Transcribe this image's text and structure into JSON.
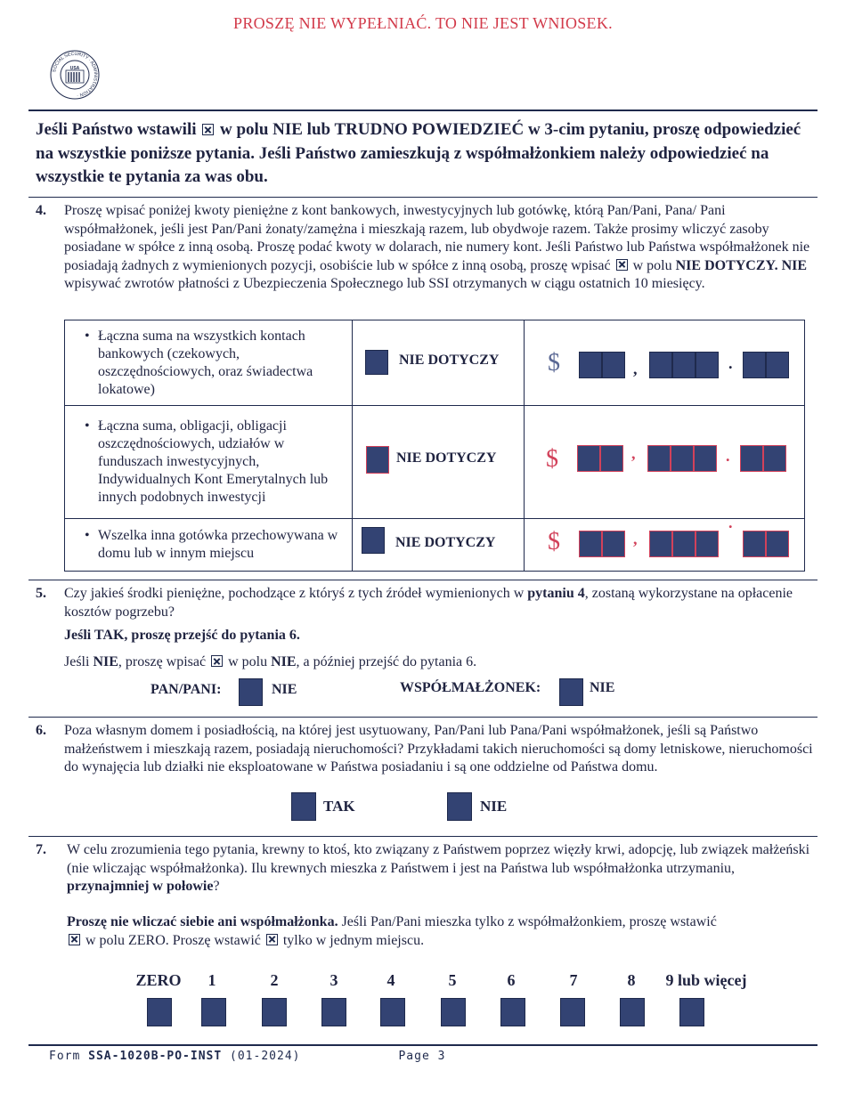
{
  "banner": "PROSZĘ NIE WYPEŁNIAĆ. TO NIE JEST WNIOSEK.",
  "logo": {
    "text": "SOCIAL SECURITY ADMINISTRATION",
    "center": "USA"
  },
  "intro": {
    "part1": "Jeśli Państwo wstawili",
    "part2": "w polu NIE lub TRUDNO POWIEDZIEĆ w 3-cim pytaniu, proszę odpowiedzieć na wszystkie poniższe pytania. Jeśli Państwo zamieszkują z współmałżonkiem należy odpowiedzieć na wszystkie te pytania za was obu."
  },
  "q4": {
    "num": "4.",
    "text1": "Proszę wpisać poniżej kwoty pieniężne z kont bankowych, inwestycyjnych lub gotówkę, którą Pan/Pani, Pana/ Pani współmałżonek, jeśli jest Pan/Pani żonaty/zamężna i mieszkają razem, lub obydwoje razem. Także prosimy wliczyć zasoby posiadane w spółce z inną osobą. Proszę podać kwoty w dolarach, nie numery kont. Jeśli Państwo lub Państwa współmałżonek nie posiadają żadnych z wymienionych pozycji, osobiście lub w spółce z inną osobą, proszę wpisać",
    "text2": "w polu",
    "bold1": "NIE DOTYCZY. NIE",
    "text3": "wpisywać zwrotów płatności z Ubezpieczenia Społecznego lub SSI otrzymanych w ciągu ostatnich 10 miesięcy.",
    "rows": [
      {
        "label": "Łączna suma na wszystkich kontach bankowych (czekowych, oszczędnościowych, oraz świadectwa lokatowe)",
        "na": "NIE DOTYCZY",
        "dollar": "$",
        "comma": ",",
        "dot": "."
      },
      {
        "label": "Łączna suma, obligacji, obligacji oszczędnościowych, udziałów w funduszach inwestycyjnych, Indywidualnych Kont Emerytalnych lub innych podobnych inwestycji",
        "na": "NIE DOTYCZY",
        "dollar": "$",
        "comma": ",",
        "dot": "."
      },
      {
        "label": "Wszelka inna gotówka przechowywana w domu lub w innym miejscu",
        "na": "NIE DOTYCZY",
        "dollar": "$",
        "comma": ",",
        "dot": "."
      }
    ]
  },
  "q5": {
    "num": "5.",
    "text1": "Czy jakieś środki pieniężne, pochodzące z któryś z tych źródeł wymienionych w",
    "bold1": "pytaniu 4",
    "text2": ", zostaną wykorzystane na opłacenie kosztów pogrzebu?",
    "tak_line": "Jeśli TAK, proszę przejść do pytania 6.",
    "nie_a": "Jeśli",
    "nie_b": "NIE",
    "nie_c": ", proszę wpisać",
    "nie_d": "w polu",
    "nie_e": "NIE",
    "nie_f": ", a później przejść do pytania 6.",
    "pan_label": "PAN/PANI:",
    "pan_opt": "NIE",
    "spouse_label": "WSPÓŁMAŁŻONEK:",
    "spouse_opt": "NIE"
  },
  "q6": {
    "num": "6.",
    "text": "Poza własnym domem i posiadłością, na której jest usytuowany, Pan/Pani lub Pana/Pani współmałżonek, jeśli są Państwo małżeństwem i mieszkają razem, posiadają nieruchomości? Przykładami takich nieruchomości są domy letniskowe, nieruchomości do wynajęcia lub działki nie eksploatowane w Państwa posiadaniu i są one oddzielne od Państwa domu.",
    "yes": "TAK",
    "no": "NIE"
  },
  "q7": {
    "num": "7.",
    "text1": "W celu zrozumienia tego pytania, krewny to ktoś, kto związany z Państwem poprzez więzły krwi, adopcję, lub związek małżeński (nie wliczając współmałżonka). Ilu krewnych mieszka z Państwem i jest na Państwa lub współmałżonka utrzymaniu,",
    "bold1": "przynajmniej w połowie",
    "text2": "?",
    "bold2": "Proszę nie wliczać siebie ani współmałżonka.",
    "text3": "Jeśli Pan/Pani mieszka tylko z współmałżonkiem, proszę wstawić",
    "text4": "w polu ZERO. Proszę wstawić",
    "text5": "tylko w jednym miejscu.",
    "options": [
      "ZERO",
      "1",
      "2",
      "3",
      "4",
      "5",
      "6",
      "7",
      "8",
      "9 lub więcej"
    ]
  },
  "footer": {
    "form": "Form",
    "code": "SSA-1020B-PO-INST",
    "date": "(01-2024)",
    "page": "Page 3"
  }
}
